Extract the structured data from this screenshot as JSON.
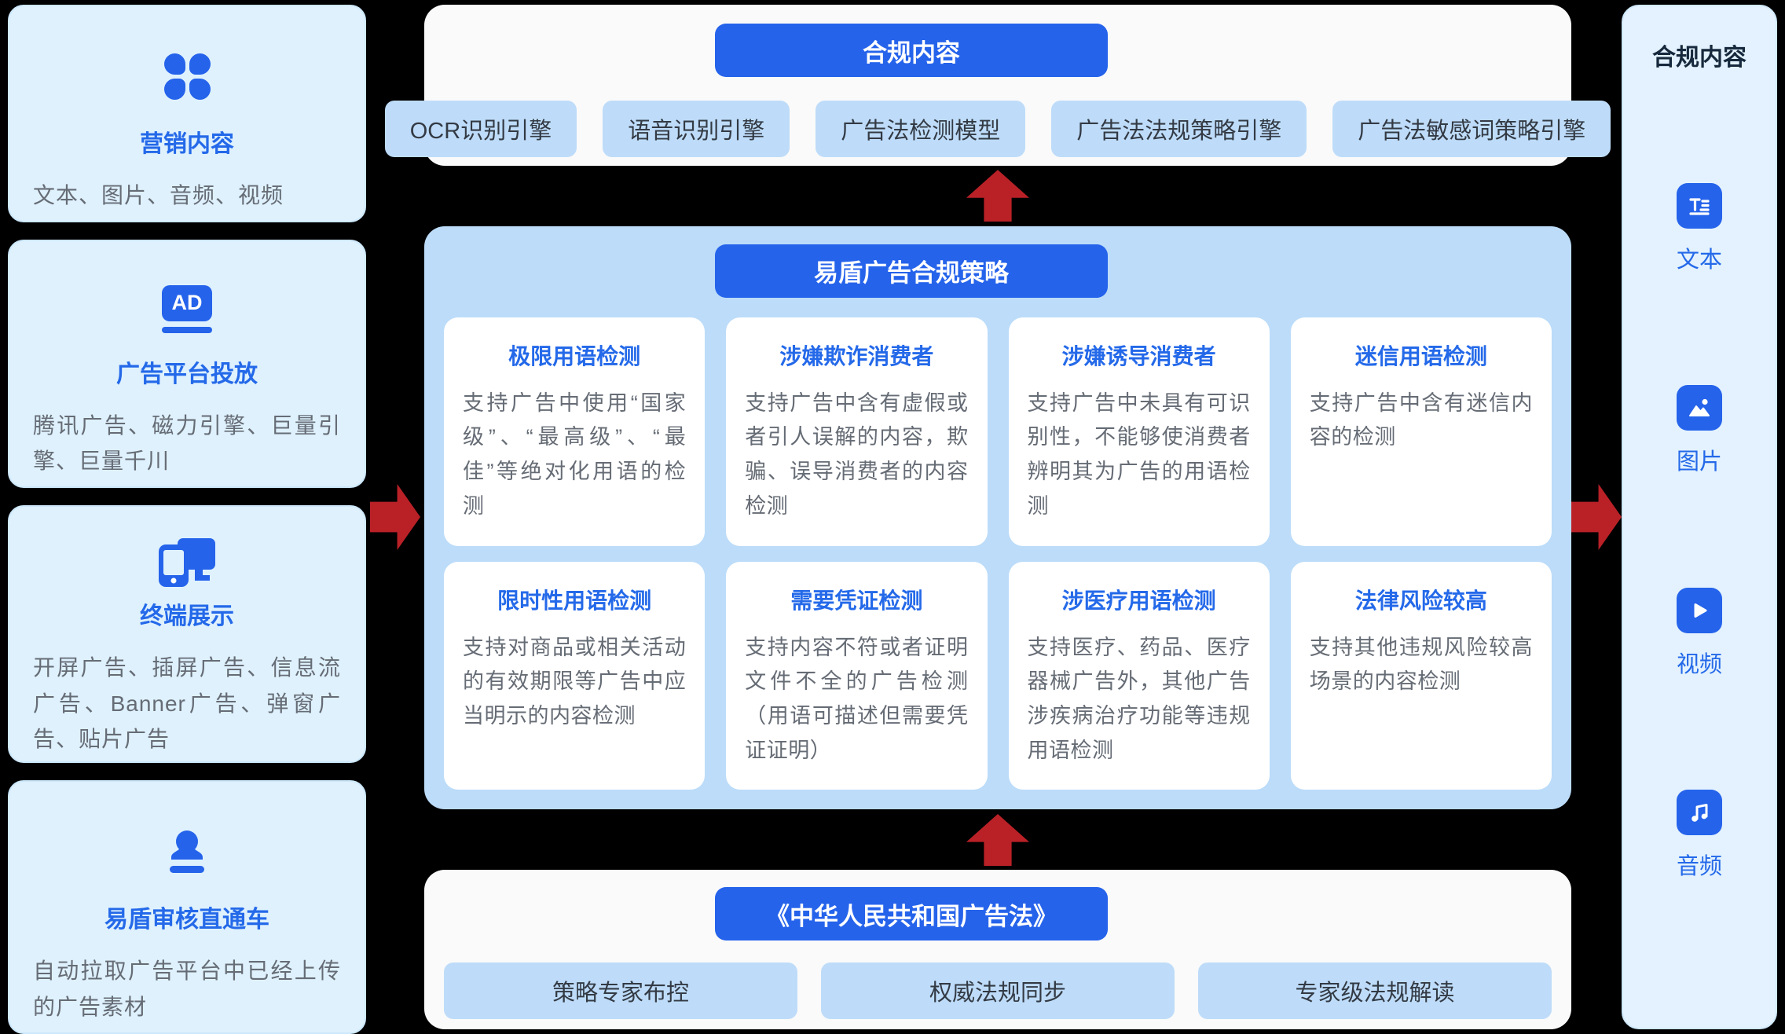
{
  "colors": {
    "accent_blue": "#2563eb",
    "light_card_blue": "#def1fd",
    "mid_card_blue": "#bcdcf9",
    "chip_blue": "#bedcf9",
    "arrow_red": "#b92127",
    "body_gray": "#666c75",
    "dark_text": "#17293c"
  },
  "left_panels": [
    {
      "icon": "clover-icon",
      "title": "营销内容",
      "desc": "文本、图片、音频、视频"
    },
    {
      "icon": "ad-badge-icon",
      "icon_text": "AD",
      "title": "广告平台投放",
      "desc": "腾讯广告、磁力引擎、巨量引擎、巨量千川"
    },
    {
      "icon": "devices-icon",
      "title": "终端展示",
      "desc": "开屏广告、插屏广告、信息流广告、Banner广告、弹窗广告、贴片广告"
    },
    {
      "icon": "stamp-icon",
      "title": "易盾审核直通车",
      "desc": "自动拉取广告平台中已经上传的广告素材"
    }
  ],
  "top_section": {
    "title": "合规内容",
    "chips": [
      "OCR识别引擎",
      "语音识别引擎",
      "广告法检测模型",
      "广告法法规策略引擎",
      "广告法敏感词策略引擎"
    ]
  },
  "strategy_section": {
    "title": "易盾广告合规策略",
    "cards": [
      {
        "title": "极限用语检测",
        "desc": "支持广告中使用“国家级”、“最高级”、“最佳”等绝对化用语的检测"
      },
      {
        "title": "涉嫌欺诈消费者",
        "desc": "支持广告中含有虚假或者引人误解的内容，欺骗、误导消费者的内容检测"
      },
      {
        "title": "涉嫌诱导消费者",
        "desc": "支持广告中未具有可识别性，不能够使消费者辨明其为广告的用语检测"
      },
      {
        "title": "迷信用语检测",
        "desc": "支持广告中含有迷信内容的检测"
      },
      {
        "title": "限时性用语检测",
        "desc": "支持对商品或相关活动的有效期限等广告中应当明示的内容检测"
      },
      {
        "title": "需要凭证检测",
        "desc": "支持内容不符或者证明文件不全的广告检测（用语可描述但需要凭证证明）"
      },
      {
        "title": "涉医疗用语检测",
        "desc": "支持医疗、药品、医疗器械广告外，其他广告涉疾病治疗功能等违规用语检测"
      },
      {
        "title": "法律风险较高",
        "desc": "支持其他违规风险较高场景的内容检测"
      }
    ]
  },
  "law_section": {
    "title": "《中华人民共和国广告法》",
    "chips": [
      "策略专家布控",
      "权威法规同步",
      "专家级法规解读"
    ]
  },
  "output_panel": {
    "title": "合规内容",
    "items": [
      {
        "icon": "text-icon",
        "label": "文本"
      },
      {
        "icon": "image-icon",
        "label": "图片"
      },
      {
        "icon": "video-icon",
        "label": "视频"
      },
      {
        "icon": "audio-icon",
        "label": "音频"
      }
    ]
  }
}
